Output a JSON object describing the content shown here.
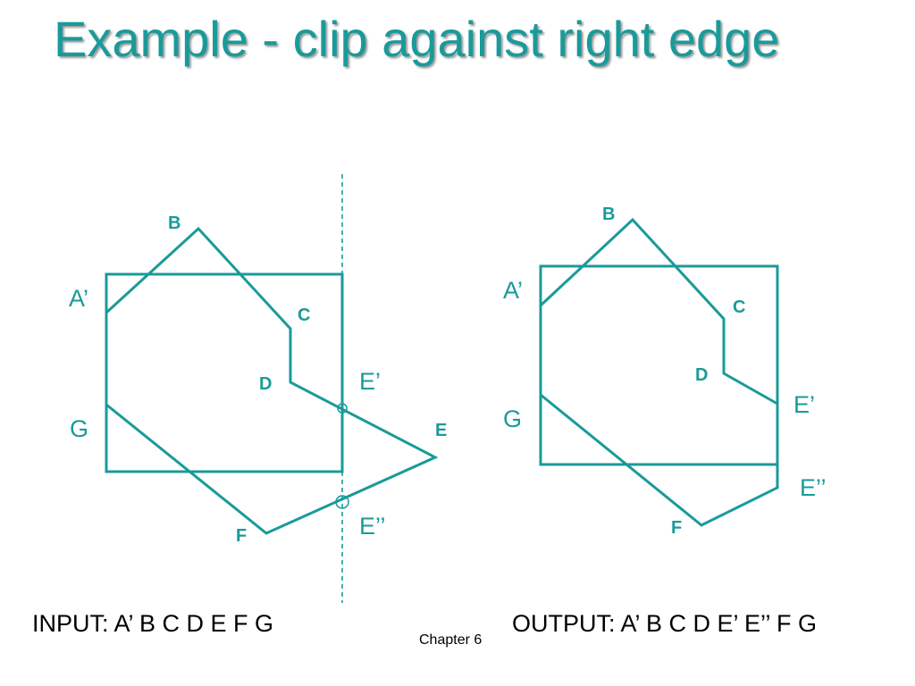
{
  "slide": {
    "title": "Example - clip against right edge",
    "footer": "Chapter 6"
  },
  "left_diagram": {
    "labels": {
      "a_prime": "A’",
      "b": "B",
      "c": "C",
      "d": "D",
      "e": "E",
      "e_prime": "E’",
      "e_double_prime": "E’’",
      "f": "F",
      "g": "G"
    },
    "caption": "INPUT: A’ B C D E F G"
  },
  "right_diagram": {
    "labels": {
      "a_prime": "A’",
      "b": "B",
      "c": "C",
      "d": "D",
      "e_prime": "E’",
      "e_double_prime": "E’’",
      "f": "F",
      "g": "G"
    },
    "caption": "OUTPUT: A’ B C D E’ E’’ F G"
  },
  "colors": {
    "accent": "#1a9a9a",
    "text": "#000000",
    "background": "#ffffff"
  }
}
